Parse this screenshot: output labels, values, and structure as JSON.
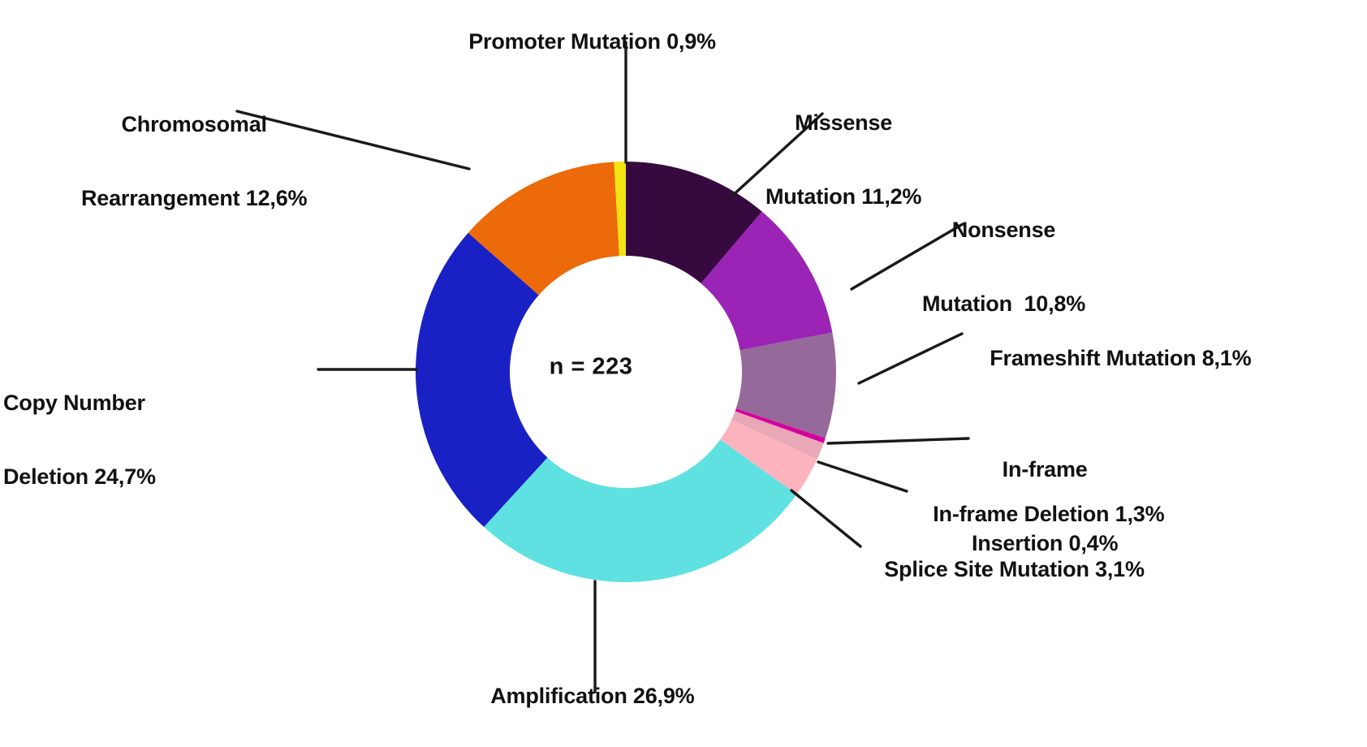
{
  "chart_data": {
    "type": "pie",
    "variant": "donut",
    "title": "",
    "subtitle": "",
    "center_label": "n = 223",
    "total_n": 223,
    "units": "percent",
    "decimal_separator": ",",
    "legend_position": "callout-labels",
    "grid": false,
    "categories": [
      "Missense Mutation",
      "Nonsense Mutation",
      "Frameshift Mutation",
      "In-frame Insertion",
      "In-frame Deletion",
      "Splice Site Mutation",
      "Amplification",
      "Copy Number Deletion",
      "Chromosomal Rearrangement",
      "Promoter Mutation"
    ],
    "values": [
      11.2,
      10.8,
      8.1,
      0.4,
      1.3,
      3.1,
      26.9,
      24.7,
      12.6,
      0.9
    ],
    "colors": [
      "#36093f",
      "#9b23b5",
      "#96699b",
      "#d6009c",
      "#e8a8b8",
      "#fcb3bd",
      "#5fe1e1",
      "#1a21c4",
      "#ec6a0a",
      "#f2e313"
    ],
    "slices": [
      {
        "label": "Missense Mutation",
        "value": 11.2,
        "display": "Missense\nMutation 11,2%",
        "color": "#36093f"
      },
      {
        "label": "Nonsense Mutation",
        "value": 10.8,
        "display": "Nonsense\nMutation  10,8%",
        "color": "#9b23b5"
      },
      {
        "label": "Frameshift Mutation",
        "value": 8.1,
        "display": "Frameshift Mutation 8,1%",
        "color": "#96699b"
      },
      {
        "label": "In-frame Insertion",
        "value": 0.4,
        "display": "In-frame\nInsertion 0,4%",
        "color": "#d6009c"
      },
      {
        "label": "In-frame Deletion",
        "value": 1.3,
        "display": "In-frame Deletion 1,3%",
        "color": "#e8a8b8"
      },
      {
        "label": "Splice Site Mutation",
        "value": 3.1,
        "display": "Splice Site Mutation 3,1%",
        "color": "#fcb3bd"
      },
      {
        "label": "Amplification",
        "value": 26.9,
        "display": "Amplification 26,9%",
        "color": "#5fe1e1"
      },
      {
        "label": "Copy Number Deletion",
        "value": 24.7,
        "display": "Copy Number\nDeletion 24,7%",
        "color": "#1a21c4"
      },
      {
        "label": "Chromosomal Rearrangement",
        "value": 12.6,
        "display": "Chromosomal\nRearrangement 12,6%",
        "color": "#ec6a0a"
      },
      {
        "label": "Promoter Mutation",
        "value": 0.9,
        "display": "Promoter Mutation 0,9%",
        "color": "#f2e313"
      }
    ]
  },
  "labels": {
    "promoter_mutation": "Promoter Mutation 0,9%",
    "missense_mutation_l1": "Missense",
    "missense_mutation_l2": "Mutation 11,2%",
    "nonsense_mutation_l1": "Nonsense",
    "nonsense_mutation_l2": "Mutation  10,8%",
    "frameshift_mutation": "Frameshift Mutation 8,1%",
    "inframe_insertion_l1": "In-frame",
    "inframe_insertion_l2": "Insertion 0,4%",
    "inframe_deletion": "In-frame Deletion 1,3%",
    "splice_site_mutation": "Splice Site Mutation 3,1%",
    "amplification": "Amplification 26,9%",
    "copy_number_deletion_l1": "Copy Number",
    "copy_number_deletion_l2": "Deletion 24,7%",
    "chromosomal_rearrangement_l1": "Chromosomal",
    "chromosomal_rearrangement_l2": "Rearrangement 12,6%"
  },
  "center": {
    "n_label": "n = 223"
  },
  "theme": {
    "background": "#ffffff",
    "text_color": "#111111",
    "leader_line_color": "#1a1a1a"
  }
}
